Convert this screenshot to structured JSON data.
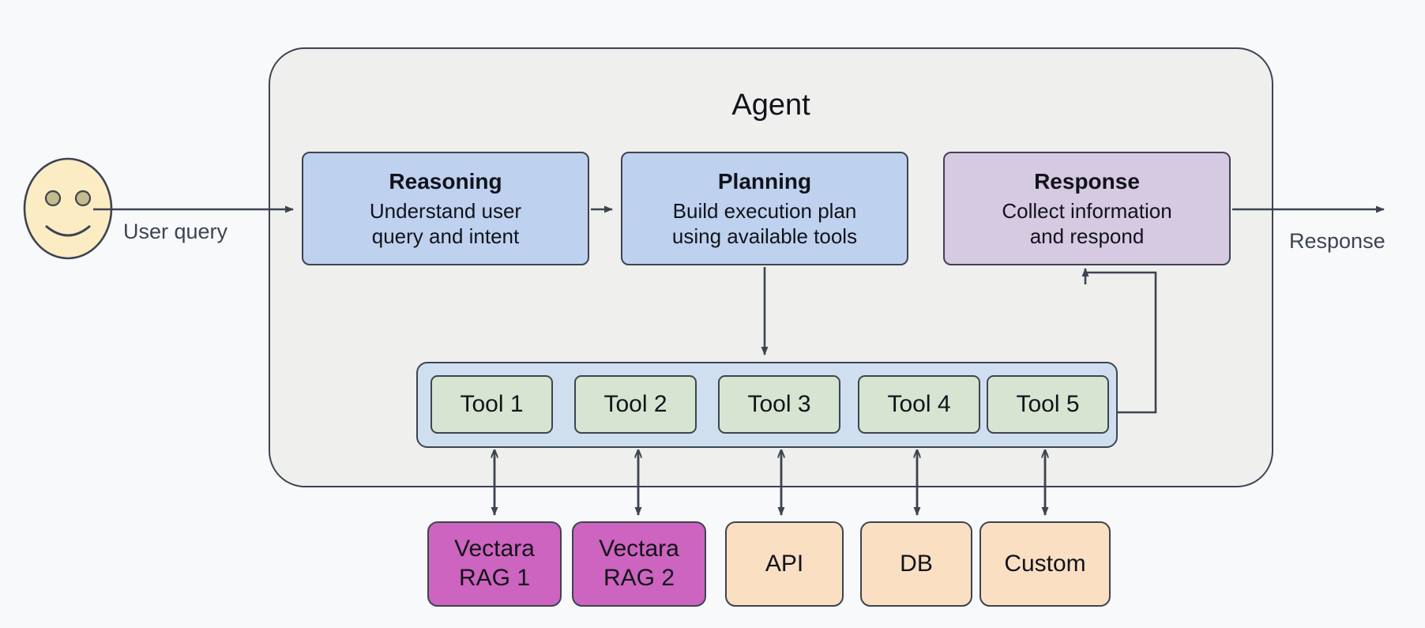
{
  "diagram": {
    "title": "Agent",
    "background_color": "#f7f9fb",
    "agent_container_color": "#efefee"
  },
  "actor": {
    "name": "user-smiley-face",
    "face_color": "#fcecc4",
    "eye_color": "#c3bc8d"
  },
  "edges": {
    "input_label": "User query",
    "output_label": "Response"
  },
  "stages": [
    {
      "id": "reasoning",
      "title": "Reasoning",
      "desc_line1": "Understand user",
      "desc_line2": "query and intent",
      "color": "#bed1ef"
    },
    {
      "id": "planning",
      "title": "Planning",
      "desc_line1": "Build execution plan",
      "desc_line2": "using available tools",
      "color": "#bed1ef"
    },
    {
      "id": "response",
      "title": "Response",
      "desc_line1": "Collect information",
      "desc_line2": "and respond",
      "color": "#d6c9e2"
    }
  ],
  "tools": {
    "strip_color": "#cfdfef",
    "tool_color": "#d6e4d1",
    "items": [
      {
        "label": "Tool 1"
      },
      {
        "label": "Tool 2"
      },
      {
        "label": "Tool 3"
      },
      {
        "label": "Tool 4"
      },
      {
        "label": "Tool 5"
      }
    ]
  },
  "sources": [
    {
      "id": "vectara-rag-1",
      "line1": "Vectara",
      "line2": "RAG 1",
      "color": "#cd64bf"
    },
    {
      "id": "vectara-rag-2",
      "line1": "Vectara",
      "line2": "RAG 2",
      "color": "#cd64bf"
    },
    {
      "id": "api",
      "line1": "API",
      "line2": "",
      "color": "#fadfc3"
    },
    {
      "id": "db",
      "line1": "DB",
      "line2": "",
      "color": "#fadfc3"
    },
    {
      "id": "custom",
      "line1": "Custom",
      "line2": "",
      "color": "#fadfc3"
    }
  ]
}
